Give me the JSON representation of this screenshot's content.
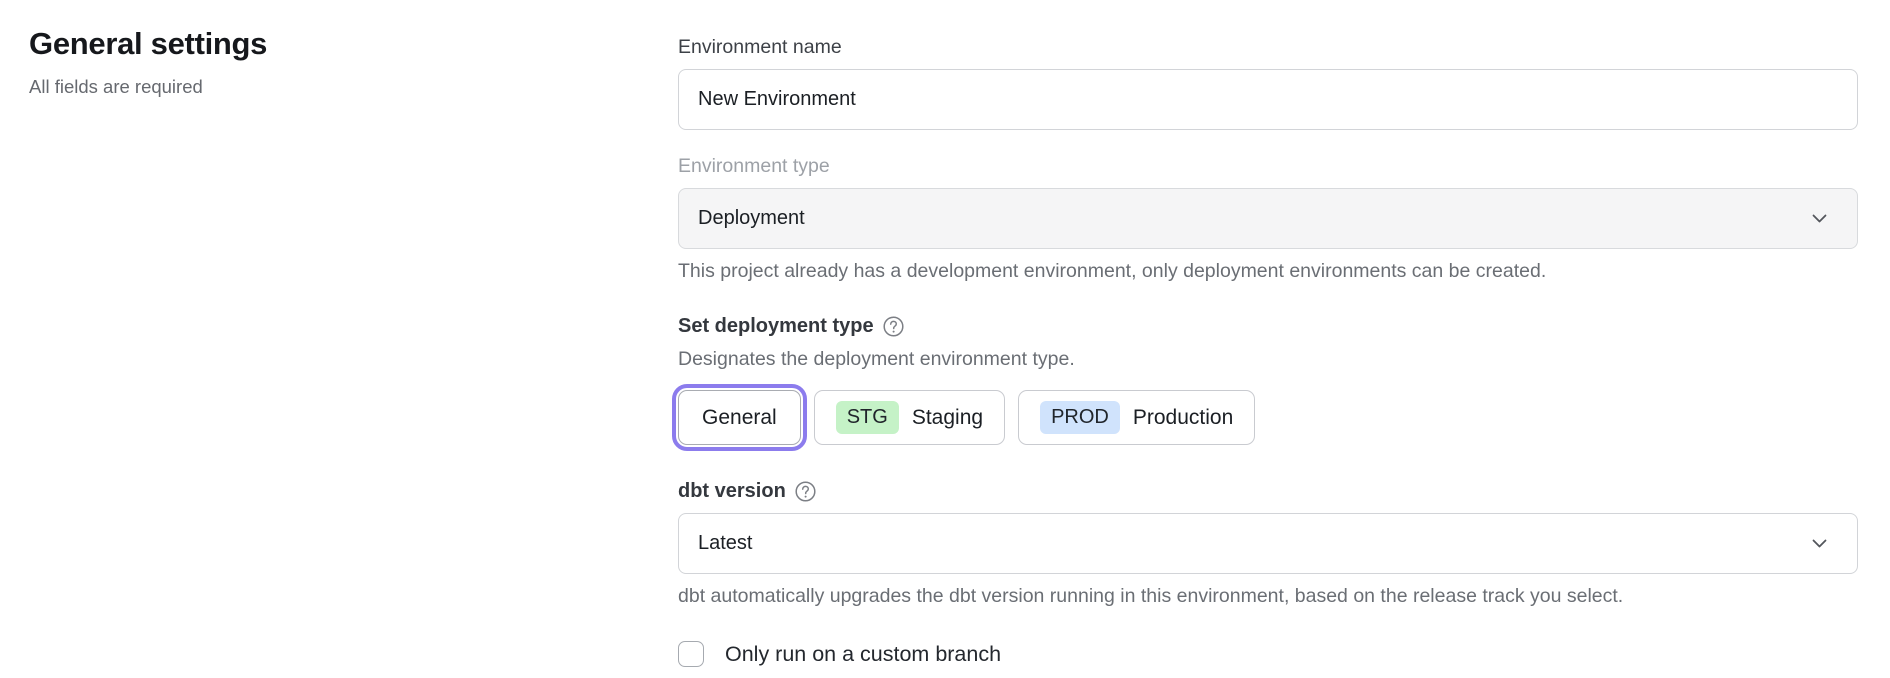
{
  "page": {
    "title": "General settings",
    "subtitle": "All fields are required"
  },
  "form": {
    "environment_name": {
      "label": "Environment name",
      "value": "New Environment"
    },
    "environment_type": {
      "label": "Environment type",
      "value": "Deployment",
      "state": "disabled",
      "helper": "This project already has a development environment, only deployment environments can be created."
    },
    "deployment_type": {
      "label": "Set deployment type",
      "help_icon": "question-mark-circle",
      "helper": "Designates the deployment environment type.",
      "options": [
        {
          "label": "General",
          "selected": true
        },
        {
          "badge": "STG",
          "label": "Staging",
          "badge_color": "#c5f2c7",
          "selected": false
        },
        {
          "badge": "PROD",
          "label": "Production",
          "badge_color": "#d0e3fc",
          "selected": false
        }
      ]
    },
    "dbt_version": {
      "label": "dbt version",
      "help_icon": "question-mark-circle",
      "value": "Latest",
      "helper": "dbt automatically upgrades the dbt version running in this environment, based on the release track you select."
    },
    "custom_branch": {
      "label": "Only run on a custom branch",
      "checked": false
    }
  },
  "colors": {
    "accent_ring": "#8c7ced",
    "staging_badge": "#c5f2c7",
    "production_badge": "#d0e3fc"
  }
}
